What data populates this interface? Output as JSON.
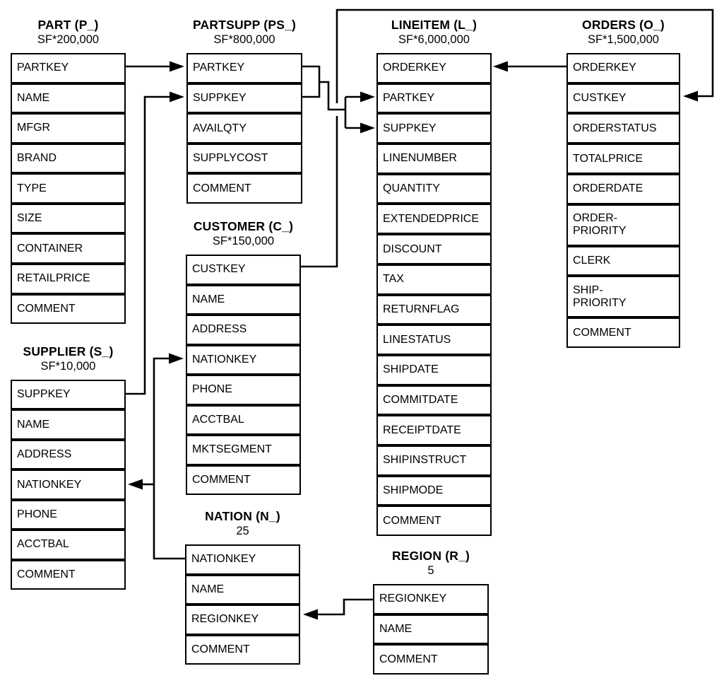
{
  "diagram": {
    "kind": "database-schema",
    "colors": {
      "line": "#000000",
      "text": "#000000",
      "background": "#ffffff"
    }
  },
  "tables": [
    {
      "id": "part",
      "title": "PART (P_)",
      "cardinality": "SF*200,000",
      "fields": [
        "PARTKEY",
        "NAME",
        "MFGR",
        "BRAND",
        "TYPE",
        "SIZE",
        "CONTAINER",
        "RETAILPRICE",
        "COMMENT"
      ]
    },
    {
      "id": "partsupp",
      "title": "PARTSUPP (PS_)",
      "cardinality": "SF*800,000",
      "fields": [
        "PARTKEY",
        "SUPPKEY",
        "AVAILQTY",
        "SUPPLYCOST",
        "COMMENT"
      ]
    },
    {
      "id": "lineitem",
      "title": "LINEITEM (L_)",
      "cardinality": "SF*6,000,000",
      "fields": [
        "ORDERKEY",
        "PARTKEY",
        "SUPPKEY",
        "LINENUMBER",
        "QUANTITY",
        "EXTENDEDPRICE",
        "DISCOUNT",
        "TAX",
        "RETURNFLAG",
        "LINESTATUS",
        "SHIPDATE",
        "COMMITDATE",
        "RECEIPTDATE",
        "SHIPINSTRUCT",
        "SHIPMODE",
        "COMMENT"
      ]
    },
    {
      "id": "orders",
      "title": "ORDERS (O_)",
      "cardinality": "SF*1,500,000",
      "fields": [
        "ORDERKEY",
        "CUSTKEY",
        "ORDERSTATUS",
        "TOTALPRICE",
        "ORDERDATE",
        "ORDER-\nPRIORITY",
        "CLERK",
        "SHIP-\nPRIORITY",
        "COMMENT"
      ]
    },
    {
      "id": "customer",
      "title": "CUSTOMER (C_)",
      "cardinality": "SF*150,000",
      "fields": [
        "CUSTKEY",
        "NAME",
        "ADDRESS",
        "NATIONKEY",
        "PHONE",
        "ACCTBAL",
        "MKTSEGMENT",
        "COMMENT"
      ]
    },
    {
      "id": "supplier",
      "title": "SUPPLIER (S_)",
      "cardinality": "SF*10,000",
      "fields": [
        "SUPPKEY",
        "NAME",
        "ADDRESS",
        "NATIONKEY",
        "PHONE",
        "ACCTBAL",
        "COMMENT"
      ]
    },
    {
      "id": "nation",
      "title": "NATION (N_)",
      "cardinality": "25",
      "fields": [
        "NATIONKEY",
        "NAME",
        "REGIONKEY",
        "COMMENT"
      ]
    },
    {
      "id": "region",
      "title": "REGION (R_)",
      "cardinality": "5",
      "fields": [
        "REGIONKEY",
        "NAME",
        "COMMENT"
      ]
    }
  ],
  "relations": [
    {
      "from": "PART.PARTKEY",
      "to": "PARTSUPP.PARTKEY"
    },
    {
      "from": "SUPPLIER.SUPPKEY",
      "to": "PARTSUPP.SUPPKEY"
    },
    {
      "from": "PARTSUPP.PARTKEY",
      "to": "LINEITEM.PARTKEY"
    },
    {
      "from": "PARTSUPP.SUPPKEY",
      "to": "LINEITEM.SUPPKEY"
    },
    {
      "from": "ORDERS.ORDERKEY",
      "to": "LINEITEM.ORDERKEY"
    },
    {
      "from": "CUSTOMER.CUSTKEY",
      "to": "ORDERS.CUSTKEY"
    },
    {
      "from": "NATION.NATIONKEY",
      "to": "CUSTOMER.NATIONKEY"
    },
    {
      "from": "NATION.NATIONKEY",
      "to": "SUPPLIER.NATIONKEY"
    },
    {
      "from": "REGION.REGIONKEY",
      "to": "NATION.REGIONKEY"
    }
  ]
}
